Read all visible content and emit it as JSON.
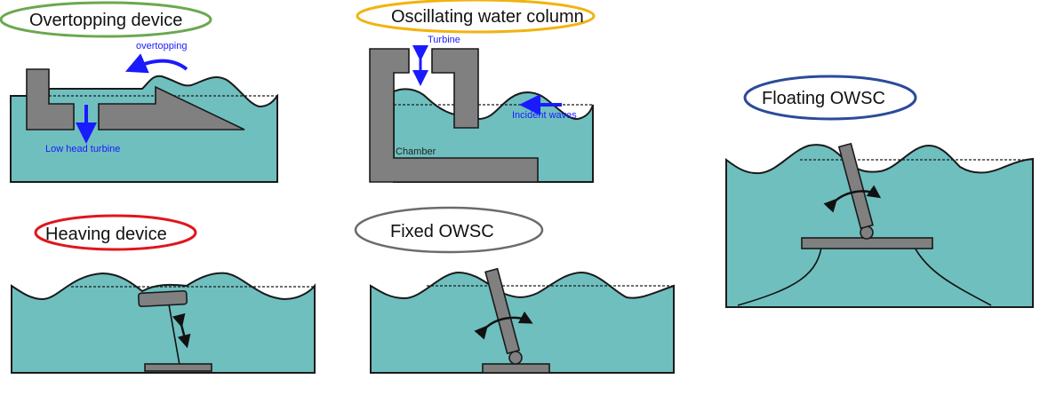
{
  "panels": {
    "overtopping": {
      "title": "Overtopping device",
      "ellipse_color": "#6aa84f",
      "labels": {
        "overtopping": "overtopping",
        "turbine": "Low head turbine"
      }
    },
    "owc": {
      "title": "Oscillating water column",
      "ellipse_color": "#f1b30f",
      "labels": {
        "turbine": "Turbine",
        "incident": "Incident waves",
        "chamber": "Chamber"
      }
    },
    "floating_owsc": {
      "title": "Floating OWSC",
      "ellipse_color": "#2b4a9a"
    },
    "heaving": {
      "title": "Heaving device",
      "ellipse_color": "#e0161c"
    },
    "fixed_owsc": {
      "title": "Fixed OWSC",
      "ellipse_color": "#6b6b6b"
    }
  },
  "colors": {
    "water": "#6fbfbf",
    "structure": "#808080",
    "annotation_blue": "#1a1aff"
  }
}
